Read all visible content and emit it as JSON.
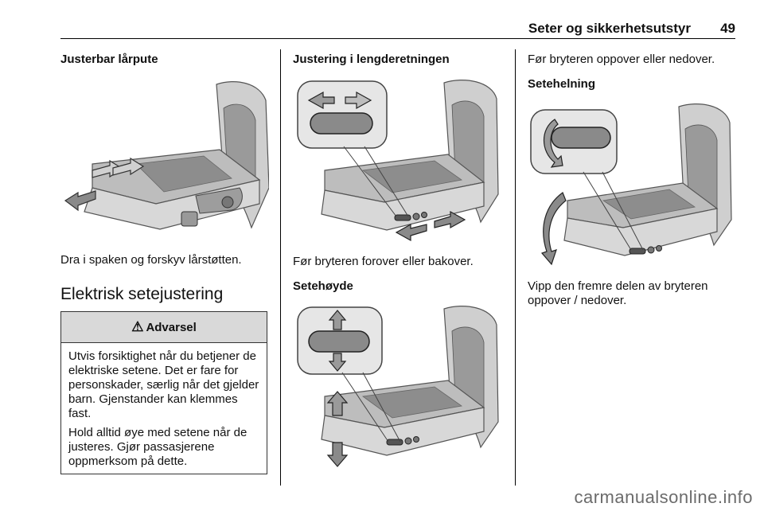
{
  "header": {
    "title": "Seter og sikkerhetsutstyr",
    "page_number": "49"
  },
  "col1": {
    "heading": "Justerbar lårpute",
    "caption": "Dra i spaken og forskyv lårstøtten.",
    "section_title": "Elektrisk setejustering",
    "warning": {
      "label": "Advarsel",
      "icon": "warning-triangle-icon",
      "paragraph1": "Utvis forsiktighet når du betjener de elektriske setene. Det er fare for personskader, særlig når det gjelder barn. Gjenstander kan klemmes fast.",
      "paragraph2": "Hold alltid øye med setene når de justeres. Gjør passasjerene oppmerksom på dette."
    }
  },
  "col2": {
    "heading": "Justering i lengderetningen",
    "caption": "Før bryteren forover eller bakover.",
    "subheading": "Setehøyde"
  },
  "col3": {
    "intro": "Før bryteren oppover eller nedover.",
    "heading": "Setehelning",
    "caption": "Vipp den fremre delen av bryteren oppover / nedover."
  },
  "watermark": "carmanualsonline.info"
}
